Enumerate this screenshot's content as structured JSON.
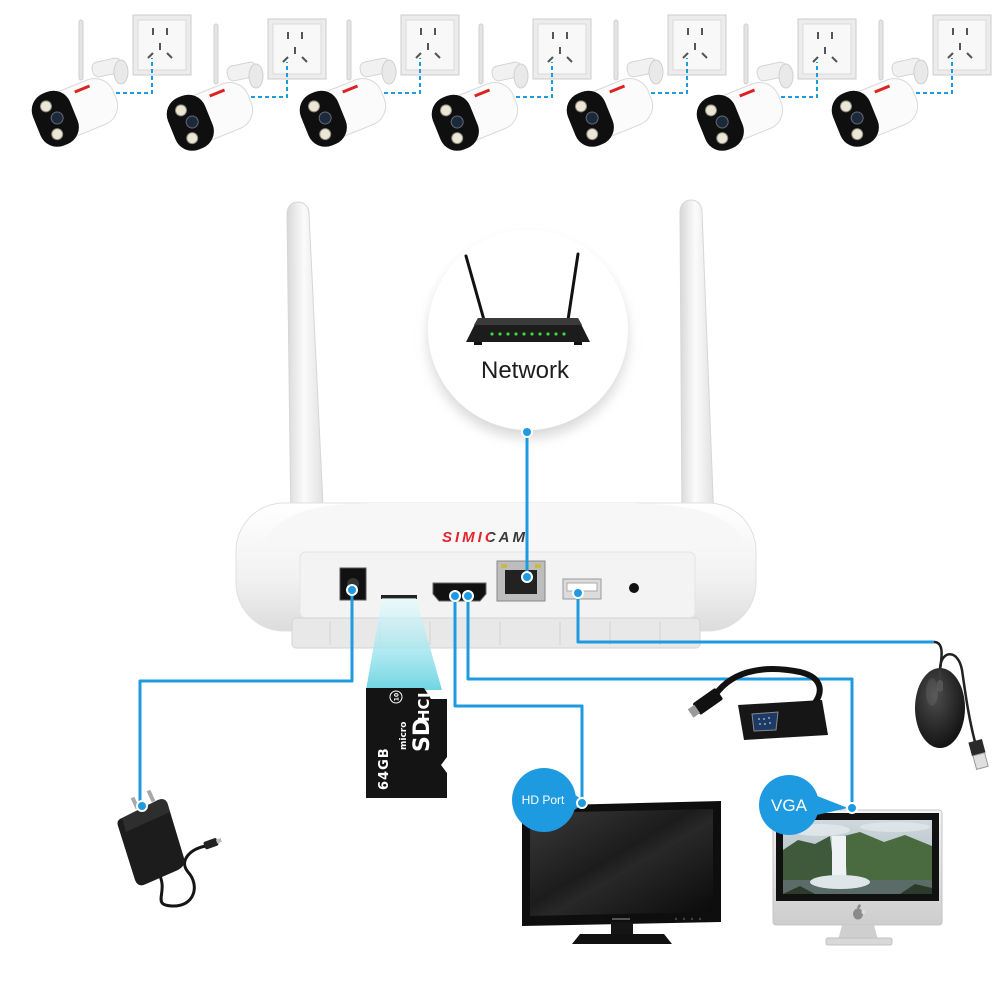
{
  "network": {
    "label": "Network"
  },
  "nvr": {
    "brand_logo": "SIMICAM"
  },
  "sd_card": {
    "micro": "micro",
    "sd": "SD",
    "hc": "HC",
    "uhs": "I",
    "speed_class": "10",
    "capacity": "64GB"
  },
  "outputs": {
    "hd_port_label": "HD Port",
    "vga_label": "VGA"
  },
  "colors": {
    "connection_line": "#1e9be0",
    "callout_bubble": "#1e9be0",
    "logo_red": "#e3262b"
  }
}
